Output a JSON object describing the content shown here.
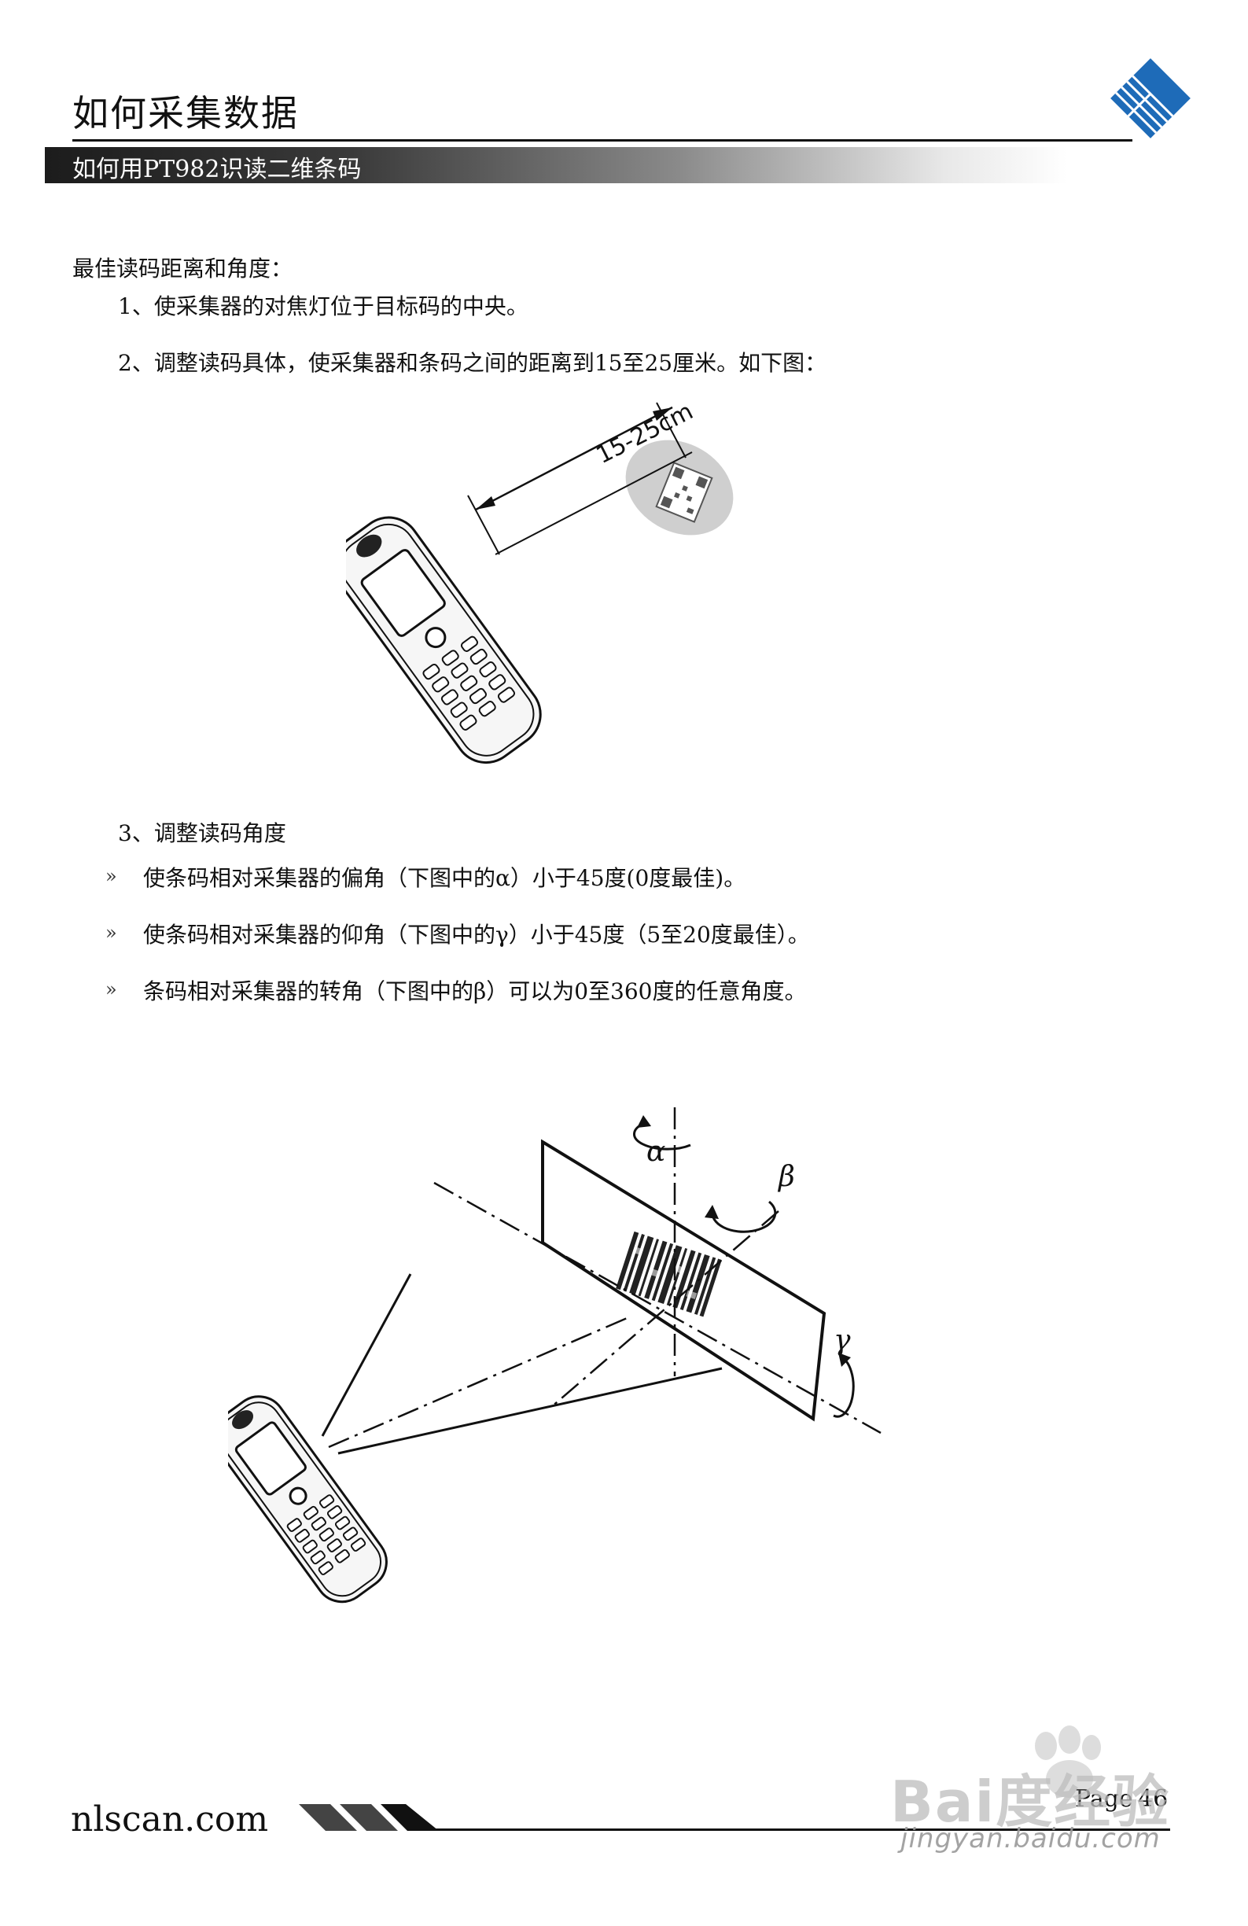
{
  "header": {
    "title": "如何采集数据",
    "subtitle": "如何用PT982识读二维条码"
  },
  "content": {
    "intro": "最佳读码距离和角度：",
    "step1": "1、使采集器的对焦灯位于目标码的中央。",
    "step2": "2、调整读码具体，使采集器和条码之间的距离到15至25厘米。如下图：",
    "step3": "3、调整读码角度",
    "bullet_symbol": "»",
    "bullets": [
      "使条码相对采集器的偏角（下图中的α）小于45度(0度最佳)。",
      "使条码相对采集器的仰角（下图中的γ）小于45度（5至20度最佳）。",
      "条码相对采集器的转角（下图中的β）可以为0至360度的任意角度。"
    ]
  },
  "figure1": {
    "distance_label": "15-25cm"
  },
  "figure2": {
    "alpha_label": "α",
    "beta_label": "β",
    "gamma_label": "γ"
  },
  "footer": {
    "site": "nlscan.com",
    "page_label": "Page",
    "page_number": "46"
  },
  "watermark": {
    "brand": "Bai度经验",
    "url": "jingyan.baidu.com"
  },
  "colors": {
    "text": "#111111",
    "logo_blue": "#1e6bb8",
    "subbar_dark": "#1c1c1c"
  }
}
